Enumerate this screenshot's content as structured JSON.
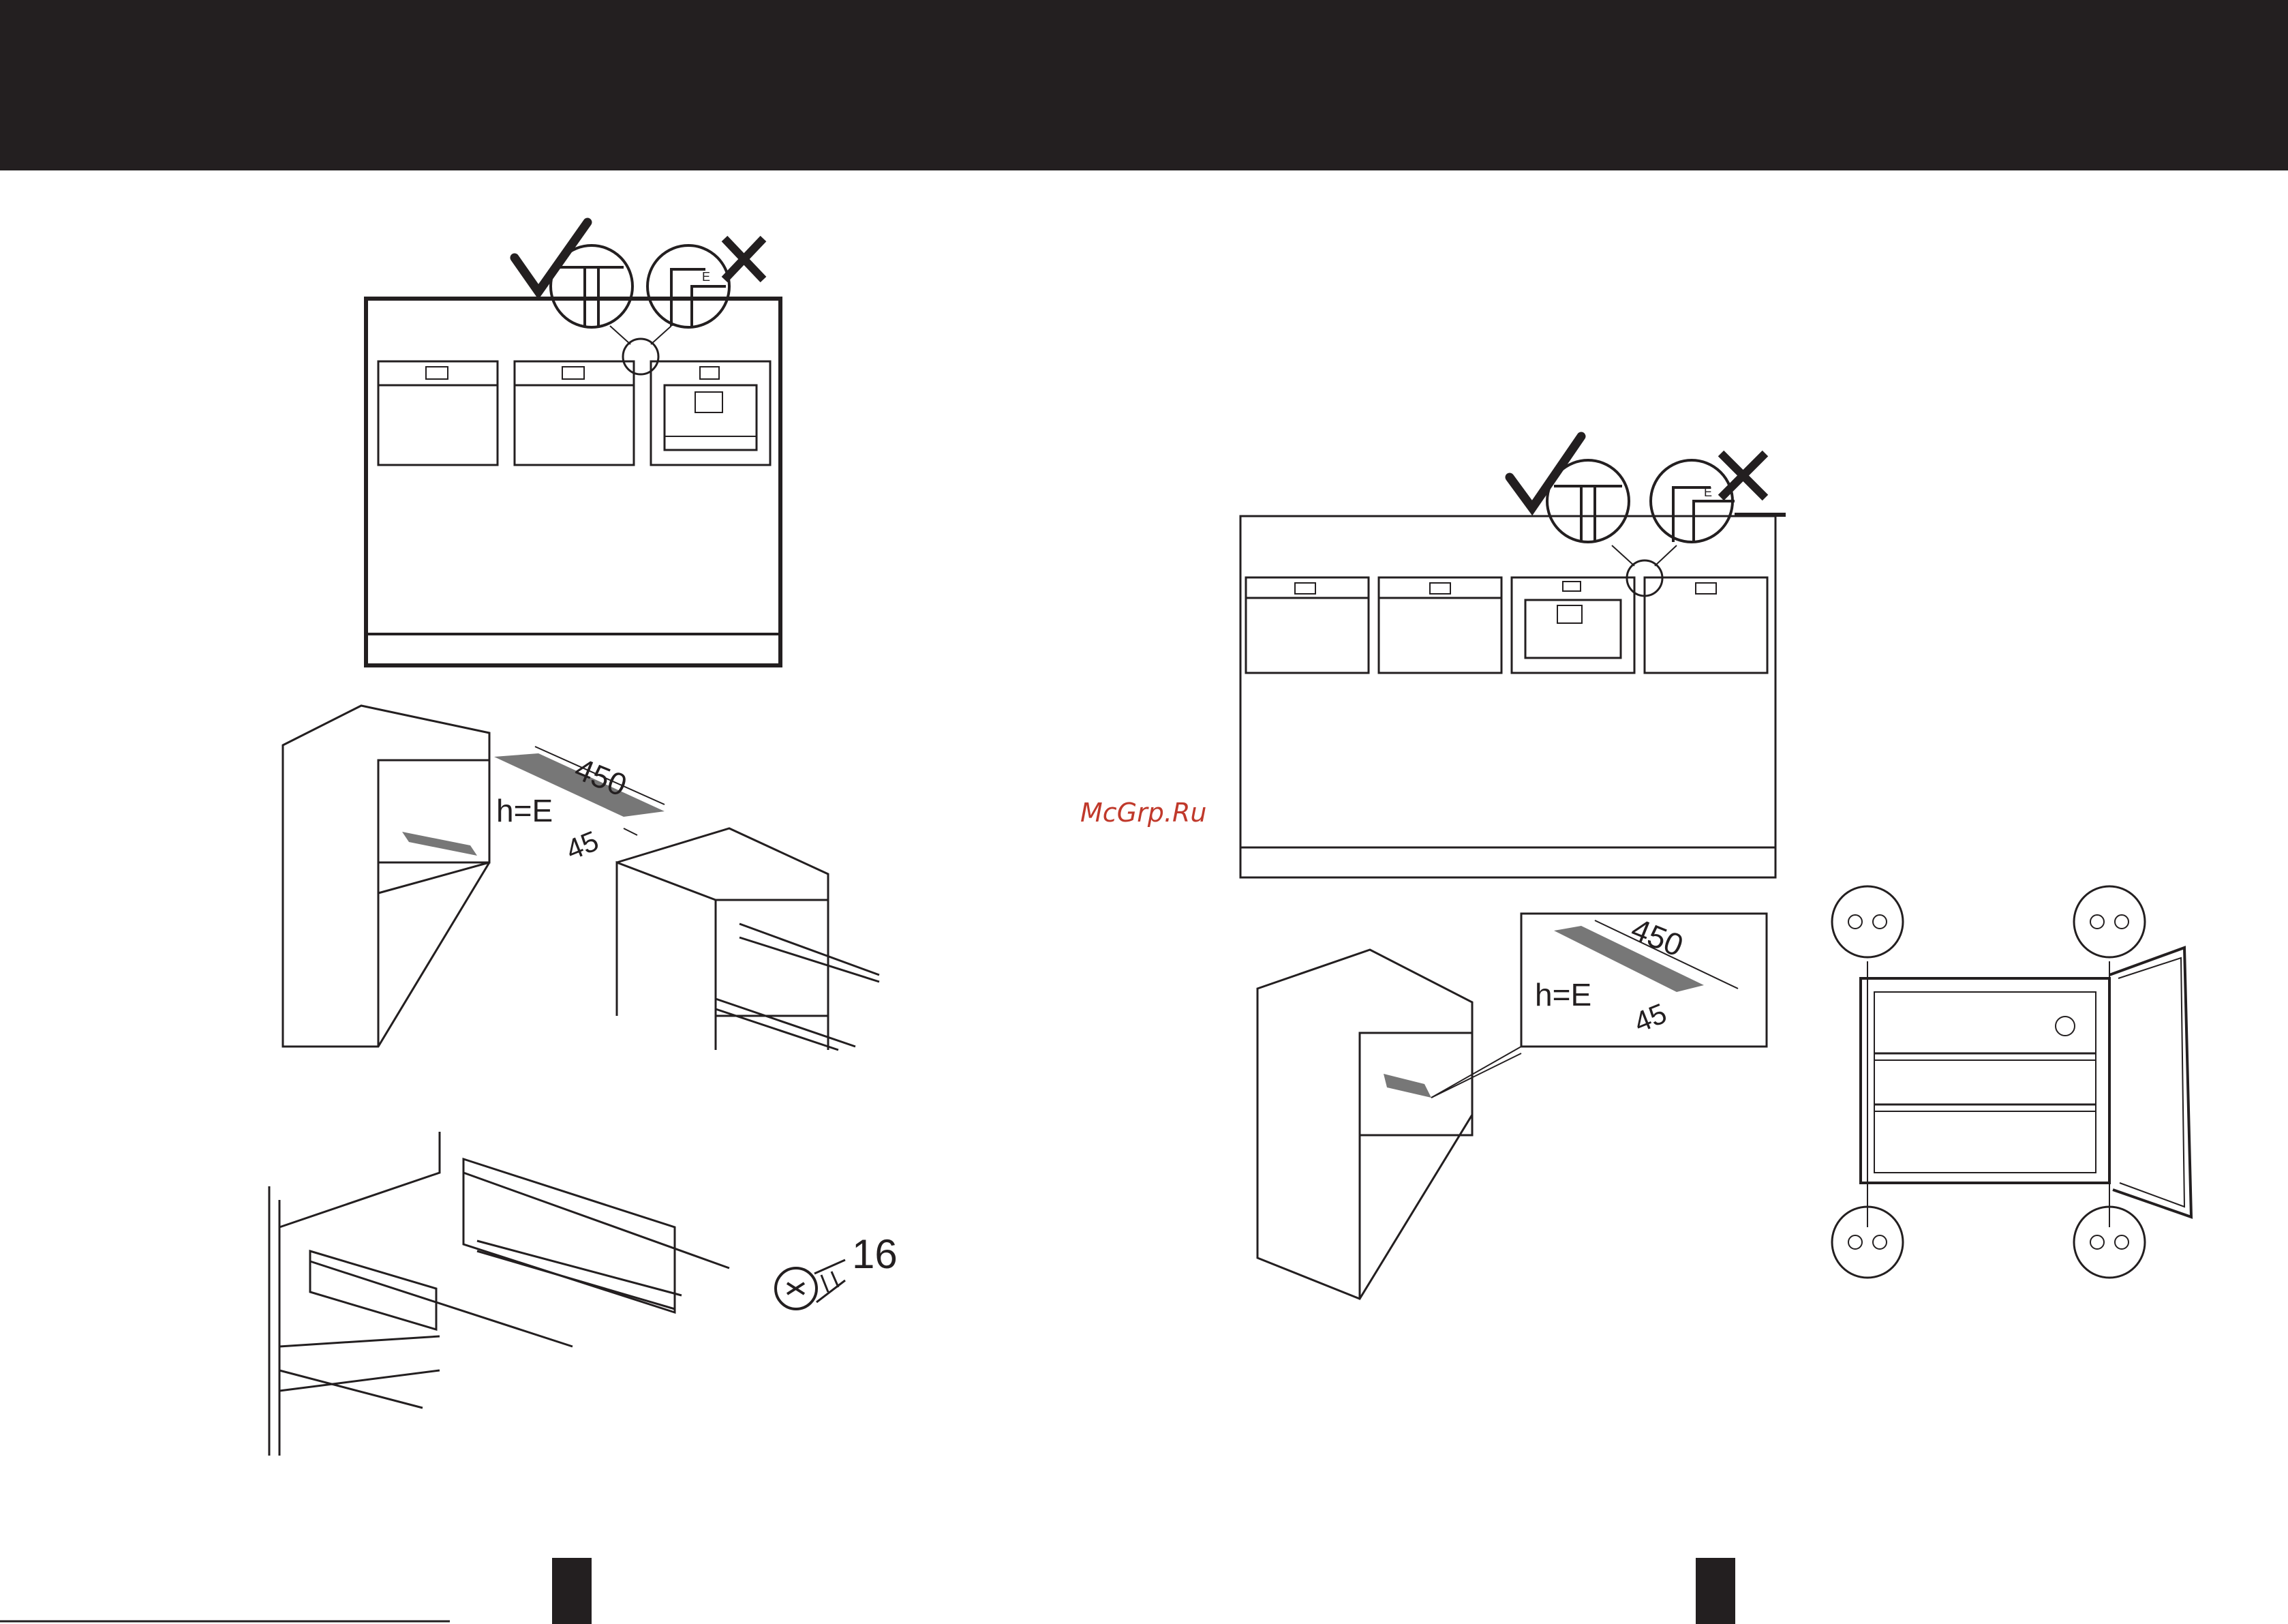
{
  "watermark": "McGrp.Ru",
  "diagrams": {
    "left_top": {
      "flush_ok_symbol": "✓",
      "gap_bad_symbol": "✗",
      "gap_label": "E"
    },
    "left_rail": {
      "length": "450",
      "offset": "45",
      "height_rule": "h=E"
    },
    "left_screw": {
      "quantity": "16"
    },
    "right_top": {
      "flush_ok_symbol": "✓",
      "gap_bad_symbol": "✗",
      "gap_label": "E"
    },
    "right_rail": {
      "length": "450",
      "offset": "45",
      "height_rule": "h=E"
    }
  },
  "colors": {
    "header_bar": "#231f20",
    "line": "#231f20",
    "watermark": "#c0392b"
  }
}
